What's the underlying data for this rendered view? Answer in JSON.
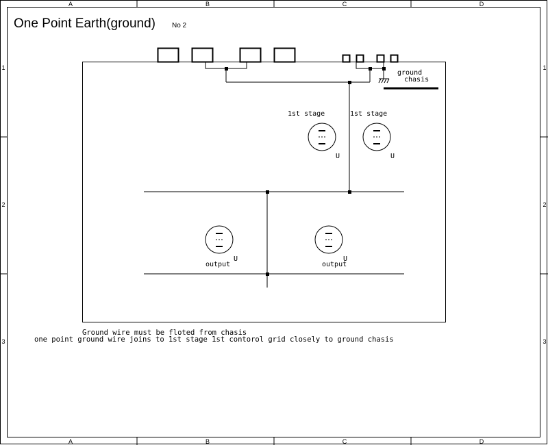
{
  "title": "One Point Earth(ground)",
  "sheet_no": "No 2",
  "border": {
    "col_labels": [
      "A",
      "B",
      "C",
      "D"
    ],
    "row_labels": [
      "1",
      "2",
      "3"
    ]
  },
  "chassis_ground_label": [
    "ground",
    "chasis"
  ],
  "tubes": {
    "first_stage_left": {
      "label": "1st stage",
      "socket": "U"
    },
    "first_stage_right": {
      "label": "1st stage",
      "socket": "U"
    },
    "output_left": {
      "label": "output",
      "socket": "U"
    },
    "output_right": {
      "label": "output",
      "socket": "U"
    }
  },
  "notes": [
    "Ground wire must be floted from chasis",
    "one point ground wire joins to 1st stage 1st contorol grid closely to ground chasis"
  ],
  "colors": {
    "ink": "#000000",
    "paper": "#ffffff"
  }
}
